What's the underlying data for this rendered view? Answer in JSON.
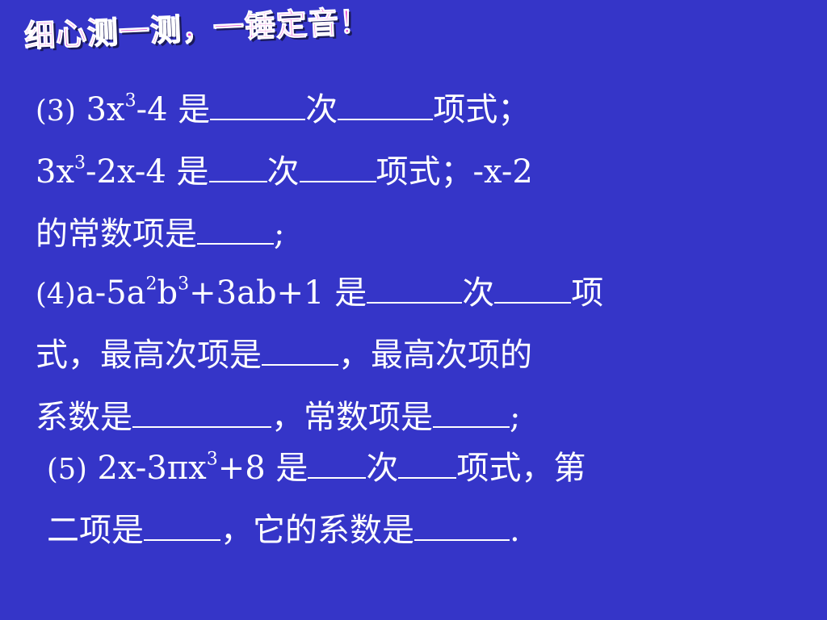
{
  "slide": {
    "title": "细心测一测，一锤定音！",
    "q3": {
      "label": "(3)",
      "l1a": " 3x",
      "l1sup": "3",
      "l1b": "-4 是",
      "l1c": "次",
      "l1d": "项式；",
      "l2a": "3x",
      "l2sup": "3",
      "l2b": "-2x-4 是",
      "l2c": "次",
      "l2d": "项式；-x-2",
      "l3a": "的常数项是",
      "l3b": ";"
    },
    "q4": {
      "label": "(4)",
      "l1a": "a-5a",
      "l1sup1": "2",
      "l1b": "b",
      "l1sup2": "3",
      "l1c": "+3ab+1 是",
      "l1d": "次",
      "l1e": "项",
      "l2a": "式，最高次项是",
      "l2b": "，最高次项的",
      "l3a": "系数是",
      "l3b": "，常数项是",
      "l3c": ";"
    },
    "q5": {
      "label": "(5)",
      "l1a": " 2x-3πx",
      "l1sup": "3",
      "l1b": "+8 是",
      "l1c": "次",
      "l1d": "项式，第",
      "l2a": "二项是",
      "l2b": "，它的系数是",
      "l2c": "."
    }
  }
}
